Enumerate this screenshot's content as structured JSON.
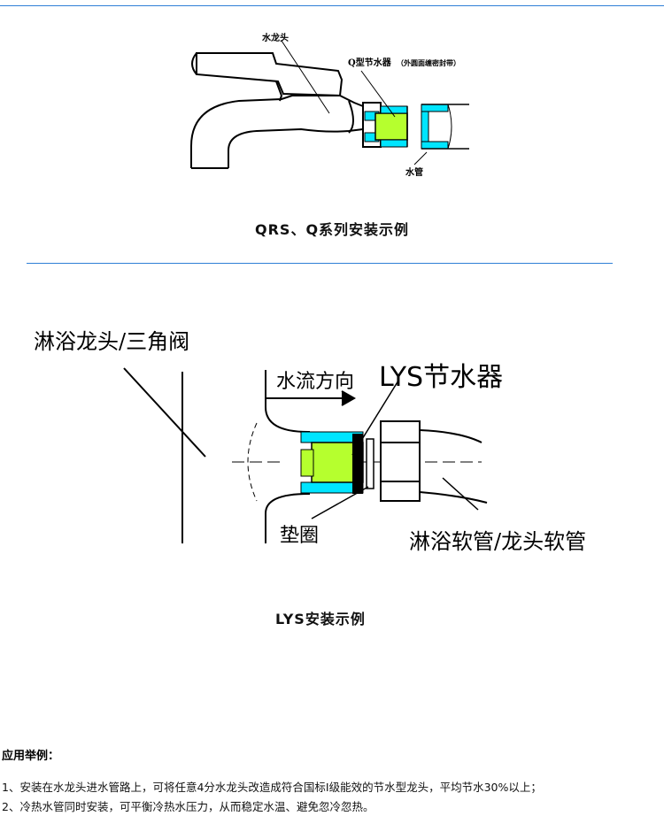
{
  "figure1": {
    "label_faucet": "水龙头",
    "label_saver_main": "Q型节水器",
    "label_saver_note": "（外圆面缠密封带）",
    "label_pipe": "水管",
    "caption": "QRS、Q系列安装示例"
  },
  "figure2": {
    "label_faucet": "淋浴龙头/三角阀",
    "label_flow": "水流方向",
    "label_saver": "LYS节水器",
    "label_gasket": "垫圈",
    "label_hose": "淋浴软管/龙头软管",
    "caption": "LYS安装示例"
  },
  "usage": {
    "title": "应用举例：",
    "items": [
      "1、安装在水龙头进水管路上，可将任意4分水龙头改造成符合国标Ⅰ级能效的节水型龙头，平均节水30%以上；",
      "2、冷热水管同时安装，可平衡冷热水压力，从而稳定水温、避免忽冷忽热。"
    ]
  },
  "colors": {
    "rule": "#2f7fd6",
    "cyan": "#00e5ff",
    "green": "#b6ff2e"
  }
}
